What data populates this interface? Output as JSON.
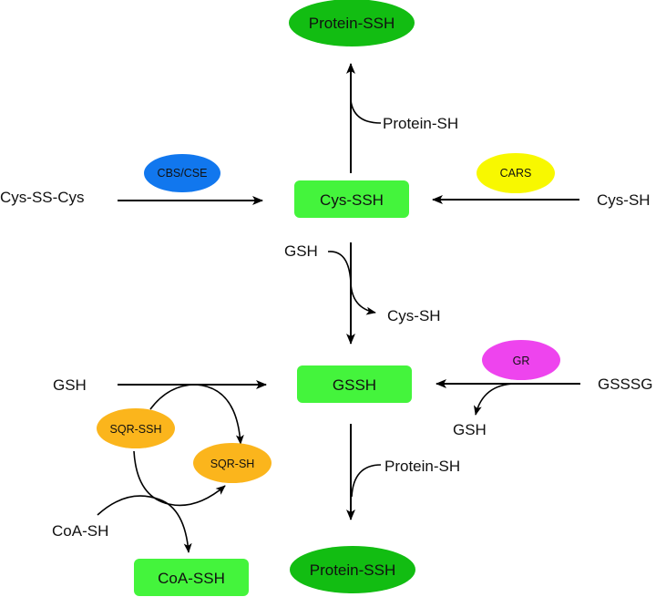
{
  "colors": {
    "product_box": "#44f43c",
    "protein_ellipse": "#12bd12",
    "cbs_cse": "#1177ee",
    "cars": "#f8f800",
    "gr": "#ee44ee",
    "sqr": "#fbb51c"
  },
  "nodes": {
    "protein_ssh_top": "Protein-SSH",
    "protein_ssh_bottom": "Protein-SSH",
    "cys_ssh": "Cys-SSH",
    "gssh": "GSSH",
    "coa_ssh": "CoA-SSH",
    "cys_ss_cys": "Cys-SS-Cys",
    "cys_sh_right": "Cys-SH",
    "gsh_left": "GSH",
    "gssg": "GSSSG",
    "coa_sh": "CoA-SH"
  },
  "enzymes": {
    "cbs_cse": "CBS/CSE",
    "cars": "CARS",
    "gr": "GR",
    "sqr_ssh": "SQR-SSH",
    "sqr_sh": "SQR-SH"
  },
  "side_labels": {
    "protein_sh_top": "Protein-SH",
    "gsh_in": "GSH",
    "cys_sh_out": "Cys-SH",
    "gsh_out_gr": "GSH",
    "protein_sh_bottom": "Protein-SH"
  }
}
